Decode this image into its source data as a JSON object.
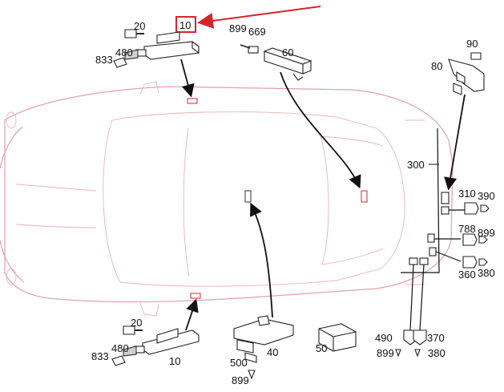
{
  "diagram": {
    "callouts": [
      {
        "key": "c20_top",
        "text": "20"
      },
      {
        "key": "c10_top",
        "text": "10"
      },
      {
        "key": "c833_top",
        "text": "833"
      },
      {
        "key": "c480_top",
        "text": "480"
      },
      {
        "key": "c899_a",
        "text": "899"
      },
      {
        "key": "c669",
        "text": "669"
      },
      {
        "key": "c60",
        "text": "60"
      },
      {
        "key": "c90",
        "text": "90"
      },
      {
        "key": "c80",
        "text": "80"
      },
      {
        "key": "c300",
        "text": "300"
      },
      {
        "key": "c310",
        "text": "310"
      },
      {
        "key": "c390",
        "text": "390"
      },
      {
        "key": "c788",
        "text": "788"
      },
      {
        "key": "c899_b",
        "text": "899"
      },
      {
        "key": "c360",
        "text": "360"
      },
      {
        "key": "c380_a",
        "text": "380"
      },
      {
        "key": "c20_bot",
        "text": "20"
      },
      {
        "key": "c833_bot",
        "text": "833"
      },
      {
        "key": "c480_bot",
        "text": "480"
      },
      {
        "key": "c10_bot",
        "text": "10"
      },
      {
        "key": "c500",
        "text": "500"
      },
      {
        "key": "c40",
        "text": "40"
      },
      {
        "key": "c899_c",
        "text": "899"
      },
      {
        "key": "c50",
        "text": "50"
      },
      {
        "key": "c490",
        "text": "490"
      },
      {
        "key": "c370",
        "text": "370"
      },
      {
        "key": "c899_d",
        "text": "899"
      },
      {
        "key": "c380_b",
        "text": "380"
      }
    ],
    "highlight": {
      "callout": "10",
      "color": "#d9232a"
    },
    "colors": {
      "car_outline": "#e2a0aa",
      "parts": "#222222",
      "highlight": "#d9232a"
    }
  }
}
